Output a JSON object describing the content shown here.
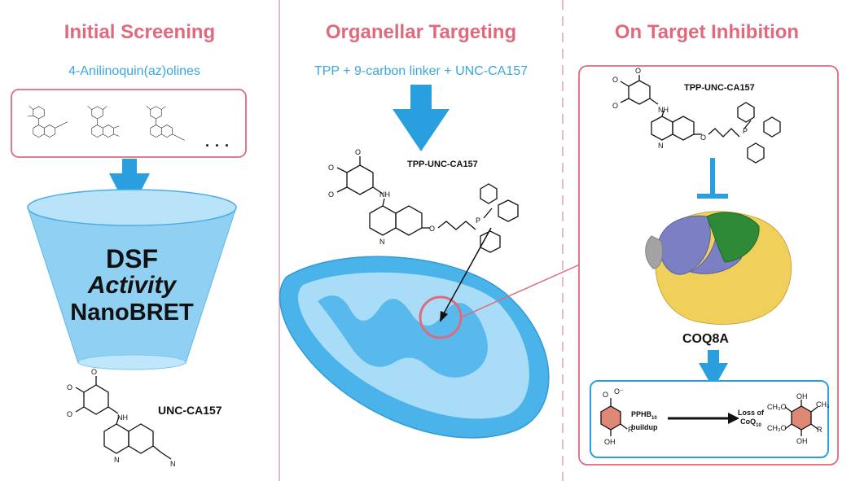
{
  "sections": {
    "left": {
      "title": "Initial Screening",
      "subtitle": "4-Anilinoquin(az)olines",
      "funnel_lines": [
        "DSF",
        "Activity",
        "NanoBRET"
      ],
      "compound_label": "UNC-CA157",
      "ellipsis": ". . ."
    },
    "middle": {
      "title": "Organellar Targeting",
      "subtitle": "TPP + 9-carbon linker + UNC-CA157",
      "compound_label": "TPP-UNC-CA157"
    },
    "right": {
      "title": "On Target Inhibition",
      "compound_label": "TPP-UNC-CA157",
      "protein_label": "COQ8A",
      "pathway": {
        "left_label_line1": "PPHB",
        "left_sub": "10",
        "left_label_line2": "buildup",
        "right_label_line1": "Loss of",
        "right_label_line2": "CoQ",
        "right_sub": "10"
      }
    }
  },
  "colors": {
    "title": "#e06a7d",
    "subtitle": "#3aa7dd",
    "arrow_blue": "#2a9fe0",
    "funnel": "#8fd0f3",
    "mito_outer": "#4ab3ea",
    "mito_inner": "#a9dcf6",
    "protein_yellow": "#f0cf5a",
    "protein_purple": "#7b7fc4",
    "protein_green": "#2f8a38",
    "protein_gray": "#a3a3a3"
  },
  "icons": [
    "down-arrow-icon",
    "funnel-icon",
    "mitochondrion-icon",
    "protein-structure-icon",
    "inhibition-bar-icon",
    "right-arrow-icon"
  ]
}
